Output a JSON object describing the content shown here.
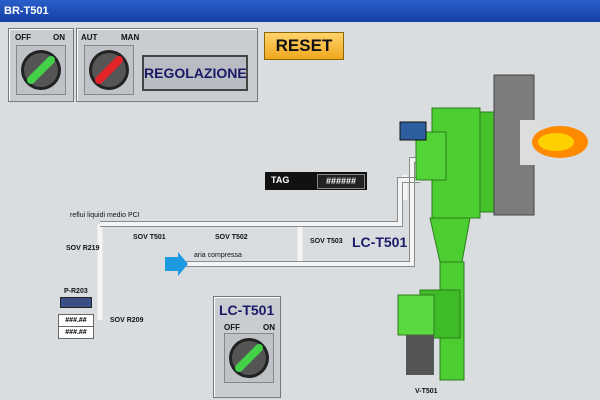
{
  "window": {
    "title": "BR-T501"
  },
  "controls": {
    "onoff": {
      "off": "OFF",
      "on": "ON"
    },
    "mode": {
      "aut": "AUT",
      "man": "MAN"
    },
    "regolazione_label": "REGOLAZIONE",
    "reset_label": "RESET"
  },
  "tag": {
    "label": "TAG",
    "value": "######"
  },
  "process": {
    "feed_label": "reflui liquidi medio PCI",
    "air_label": "aria compressa",
    "valves": [
      "SOV T501",
      "SOV T502",
      "SOV T503",
      "SOV R219",
      "SOV R209"
    ],
    "pump": "P-R203",
    "pump_values": [
      "###.##",
      "###.##"
    ],
    "loop": "LC-T501",
    "fan": "V-T501"
  },
  "lc_panel": {
    "title": "LC-T501",
    "off": "OFF",
    "on": "ON"
  },
  "colors": {
    "equipment_green": "#56d63a",
    "titlebar_blue": "#1f4fbf",
    "reset_orange": "#f5b22e",
    "arrow_blue": "#1e9be0"
  }
}
